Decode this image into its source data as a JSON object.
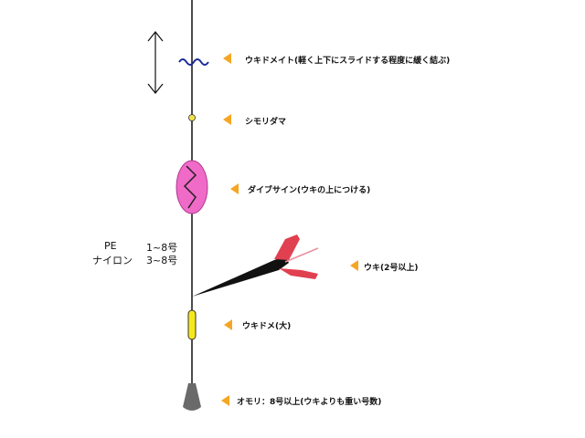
{
  "labels": {
    "float_stopper_knot": "ウキドメイト(軽く上下にスライドする程度に緩く結ぶ)",
    "shimori_bead": "シモリダマ",
    "dive_sign": "ダイブサイン(ウキの上につける)",
    "float": "ウキ(2号以上)",
    "float_stopper_large": "ウキドメ(大)",
    "sinker": "オモリ：8号以上(ウキよりも重い号数)"
  },
  "line_spec": {
    "pe_label": "PE",
    "pe_range": "1~8号",
    "nylon_label": "ナイロン",
    "nylon_range": "3~8号"
  },
  "colors": {
    "pointer": "#f5a623",
    "knot": "#1a2a9a",
    "bead": "#f5e14a",
    "dive_sign": "#f06ac8",
    "float_body": "#111111",
    "float_fins": "#e04050",
    "stopper": "#f7e81c",
    "sinker": "#6a6a6a"
  }
}
